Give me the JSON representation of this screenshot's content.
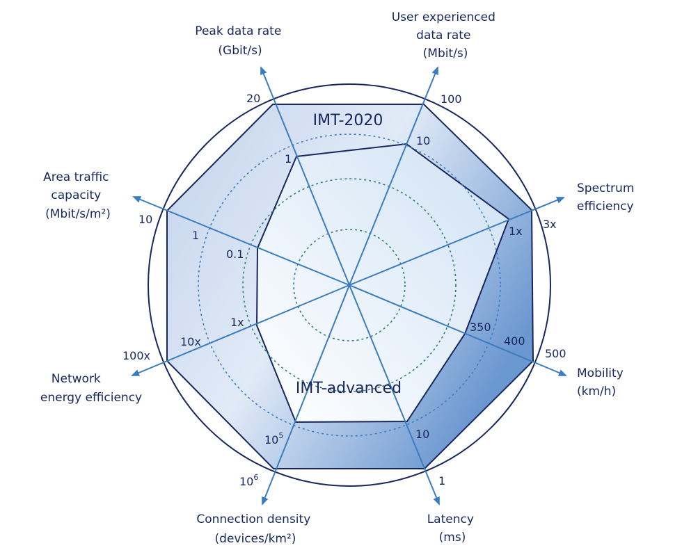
{
  "series": {
    "imt2020": "IMT-2020",
    "imt_advanced": "IMT-advanced"
  },
  "axes": {
    "peak": {
      "lines": [
        "Peak data rate",
        "(Gbit/s)"
      ],
      "ticks": [
        "1",
        "20"
      ]
    },
    "user": {
      "lines": [
        "User experienced",
        "data rate",
        "(Mbit/s)"
      ],
      "ticks": [
        "10",
        "100"
      ]
    },
    "spectrum": {
      "lines": [
        "Spectrum",
        "efficiency"
      ],
      "ticks": [
        "1x",
        "3x"
      ]
    },
    "mobility": {
      "lines": [
        "Mobility",
        "(km/h)"
      ],
      "ticks": [
        "350",
        "400",
        "500"
      ]
    },
    "latency": {
      "lines": [
        "Latency",
        "(ms)"
      ],
      "ticks": [
        "10",
        "1"
      ]
    },
    "connection": {
      "lines": [
        "Connection density",
        "(devices/km²)"
      ],
      "ticks": [
        "10",
        "5",
        "10",
        "6"
      ]
    },
    "energy": {
      "lines": [
        "Network",
        "energy efficiency"
      ],
      "ticks": [
        "1x",
        "10x",
        "100x"
      ]
    },
    "area": {
      "lines": [
        "Area traffic",
        "capacity",
        "(Mbit/s/m²)"
      ],
      "ticks": [
        "0.1",
        "1",
        "10"
      ]
    }
  },
  "colors": {
    "axis": "#3a7cc0",
    "outline": "#17275e",
    "text": "#17275e",
    "dotted": "#3a7cc0"
  }
}
